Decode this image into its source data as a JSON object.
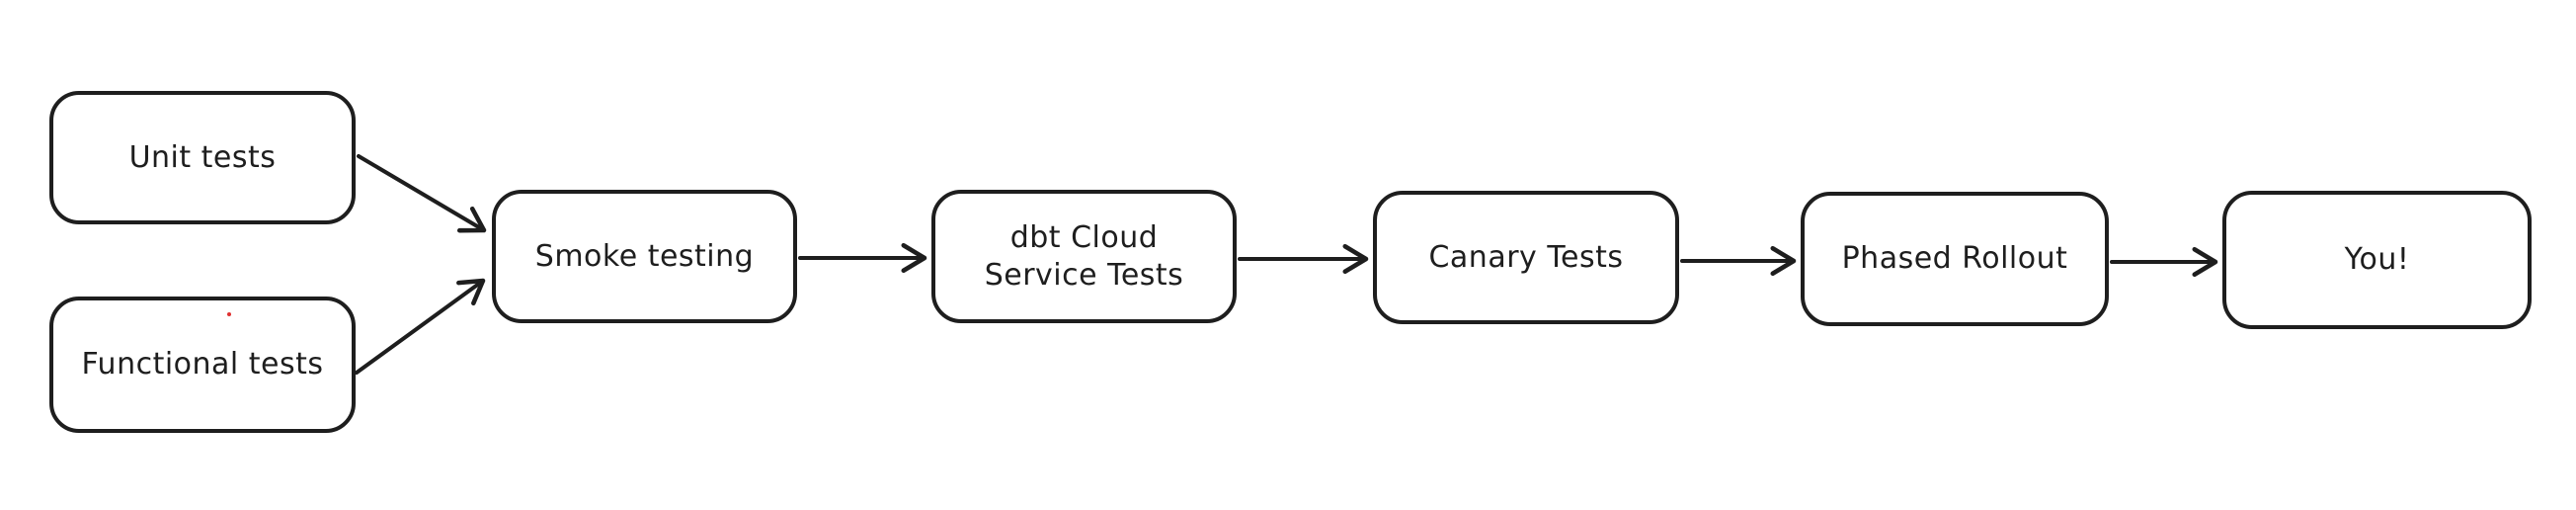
{
  "diagram": {
    "type": "flowchart",
    "style": "hand-drawn-whiteboard",
    "nodes": [
      {
        "id": "unit-tests",
        "label": "Unit tests"
      },
      {
        "id": "functional-tests",
        "label": "Functional tests"
      },
      {
        "id": "smoke-testing",
        "label": "Smoke testing"
      },
      {
        "id": "dbt-cloud-service-tests",
        "label": "dbt Cloud Service Tests"
      },
      {
        "id": "canary-tests",
        "label": "Canary Tests"
      },
      {
        "id": "phased-rollout",
        "label": "Phased Rollout"
      },
      {
        "id": "you",
        "label": "You!"
      }
    ],
    "edges": [
      {
        "from": "unit-tests",
        "to": "smoke-testing"
      },
      {
        "from": "functional-tests",
        "to": "smoke-testing"
      },
      {
        "from": "smoke-testing",
        "to": "dbt-cloud-service-tests"
      },
      {
        "from": "dbt-cloud-service-tests",
        "to": "canary-tests"
      },
      {
        "from": "canary-tests",
        "to": "phased-rollout"
      },
      {
        "from": "phased-rollout",
        "to": "you"
      }
    ],
    "colors": {
      "stroke": "#1e1e1e",
      "box_fill": "#ffffff",
      "background": "#ffffff",
      "artifact_dot": "#e03131"
    }
  }
}
